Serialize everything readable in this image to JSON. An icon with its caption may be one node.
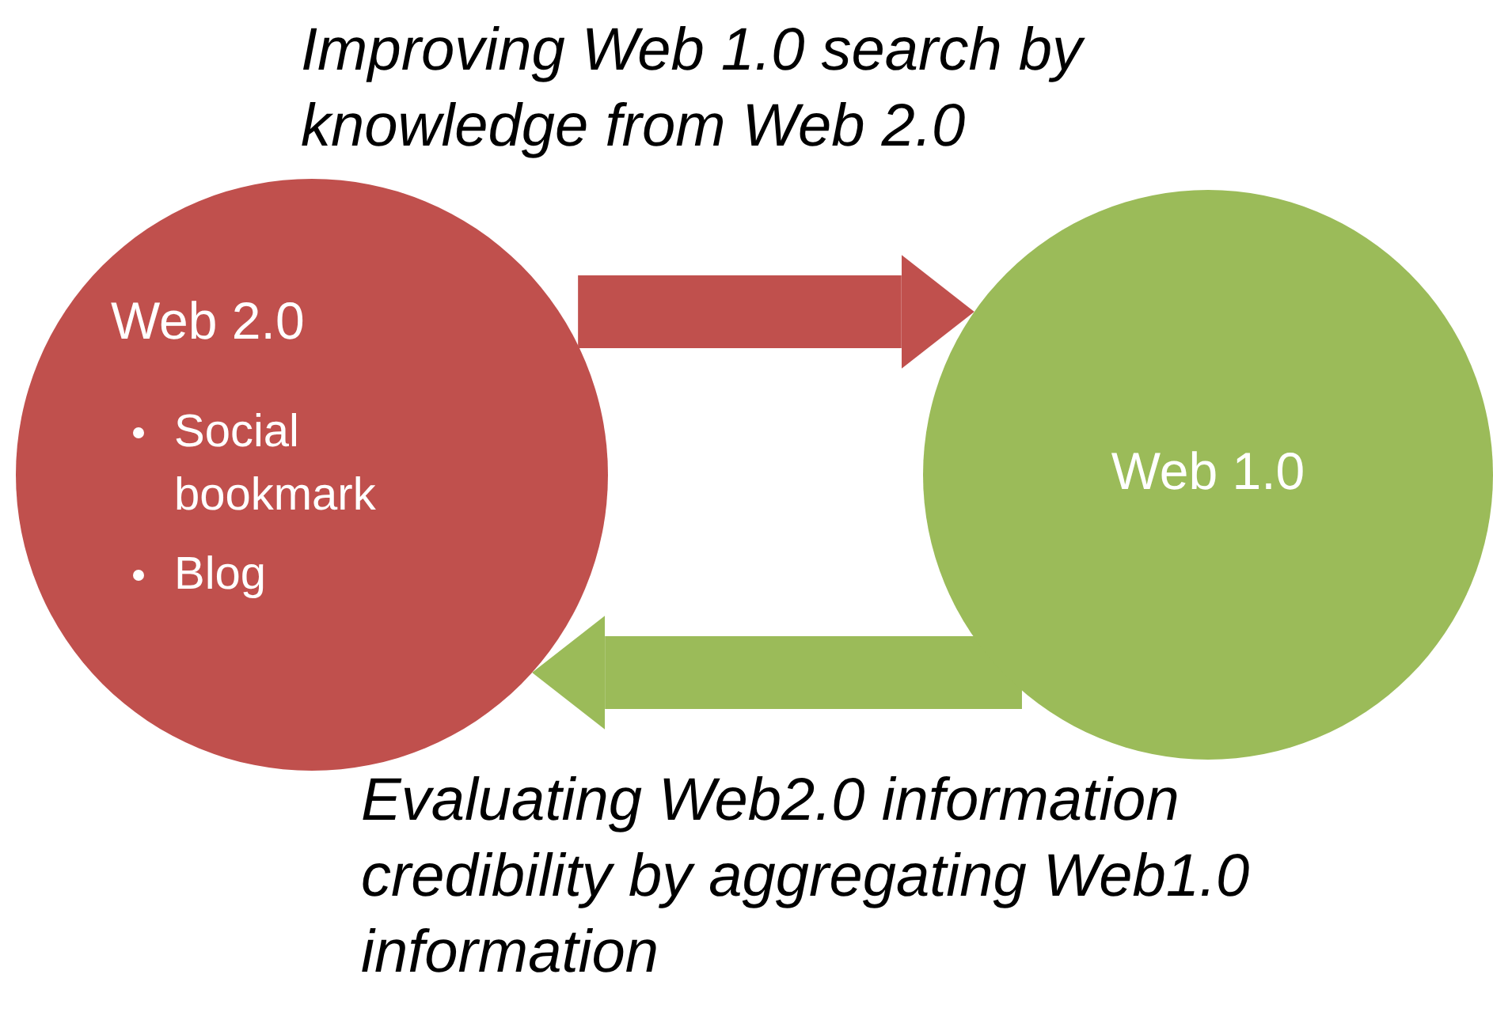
{
  "diagram": {
    "nodes": [
      {
        "text": [
          "Web 2.0",
          "Social bookmark",
          "Blog"
        ]
      },
      {
        "text": [
          "Web 1.0"
        ]
      }
    ],
    "edges": [
      {
        "from": 0,
        "to": 1,
        "arrow": "to",
        "color": "#c0504d"
      },
      {
        "from": 1,
        "to": 0,
        "arrow": "to",
        "color": "#9bbb59"
      }
    ],
    "labels": [
      "Improving Web 1.0 search by knowledge from Web 2.0",
      "Evaluating Web2.0 information credibility by aggregating Web1.0 information"
    ]
  }
}
